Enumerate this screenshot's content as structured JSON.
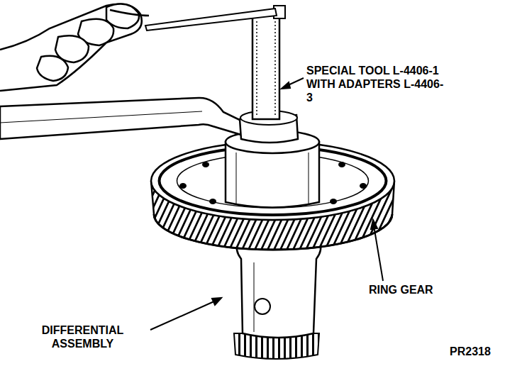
{
  "diagram": {
    "labels": [
      "SPECIAL TOOL L-4406-1 WITH ADAPTERS L-4406-3",
      "RING GEAR",
      "DIFFERENTIAL ASSEMBLY",
      "PR2318"
    ]
  }
}
